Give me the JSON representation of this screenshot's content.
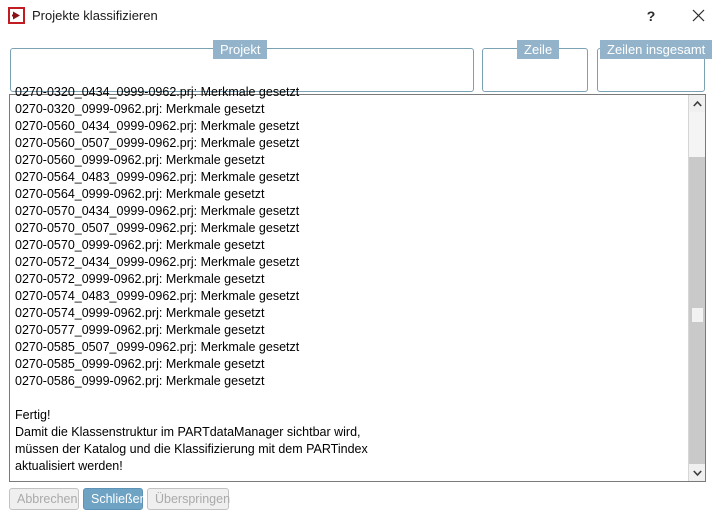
{
  "window": {
    "title": "Projekte klassifizieren",
    "icon": "app-icon",
    "help_label": "?",
    "close_label": "✕"
  },
  "fields": [
    {
      "key": "projekt",
      "label": "Projekt",
      "value": "",
      "placeholder": ""
    },
    {
      "key": "zeile",
      "label": "Zeile",
      "value": "",
      "placeholder": ""
    },
    {
      "key": "zeilen_insgesamt",
      "label": "Zeilen insgesamt",
      "value": "",
      "placeholder": ""
    }
  ],
  "log": {
    "clipped_first_line": "0270-0320_0434_0999-0962.prj: Merkmale gesetzt",
    "lines": [
      "0270-0320_0999-0962.prj: Merkmale gesetzt",
      "0270-0560_0434_0999-0962.prj: Merkmale gesetzt",
      "0270-0560_0507_0999-0962.prj: Merkmale gesetzt",
      "0270-0560_0999-0962.prj: Merkmale gesetzt",
      "0270-0564_0483_0999-0962.prj: Merkmale gesetzt",
      "0270-0564_0999-0962.prj: Merkmale gesetzt",
      "0270-0570_0434_0999-0962.prj: Merkmale gesetzt",
      "0270-0570_0507_0999-0962.prj: Merkmale gesetzt",
      "0270-0570_0999-0962.prj: Merkmale gesetzt",
      "0270-0572_0434_0999-0962.prj: Merkmale gesetzt",
      "0270-0572_0999-0962.prj: Merkmale gesetzt",
      "0270-0574_0483_0999-0962.prj: Merkmale gesetzt",
      "0270-0574_0999-0962.prj: Merkmale gesetzt",
      "0270-0577_0999-0962.prj: Merkmale gesetzt",
      "0270-0585_0507_0999-0962.prj: Merkmale gesetzt",
      "0270-0585_0999-0962.prj: Merkmale gesetzt",
      "0270-0586_0999-0962.prj: Merkmale gesetzt",
      "",
      "Fertig!",
      "Damit die Klassenstruktur im PARTdataManager sichtbar wird,",
      "müssen der Katalog und die Klassifizierung mit dem PARTindex",
      "aktualisiert werden!"
    ]
  },
  "scrollbar": {
    "up_arrow": "chevron-up-icon",
    "down_arrow": "chevron-down-icon"
  },
  "buttons": [
    {
      "key": "abbrechen",
      "label": "Abbrechen",
      "state": "disabled"
    },
    {
      "key": "schliessen",
      "label": "Schließen",
      "state": "primary"
    },
    {
      "key": "ueberspringen",
      "label": "Überspringen",
      "state": "disabled"
    }
  ],
  "colors": {
    "label_bg": "#93b3cb",
    "group_border": "#7ba1b5",
    "primary_button": "#6ea3c4",
    "icon_red": "#c01c22"
  }
}
